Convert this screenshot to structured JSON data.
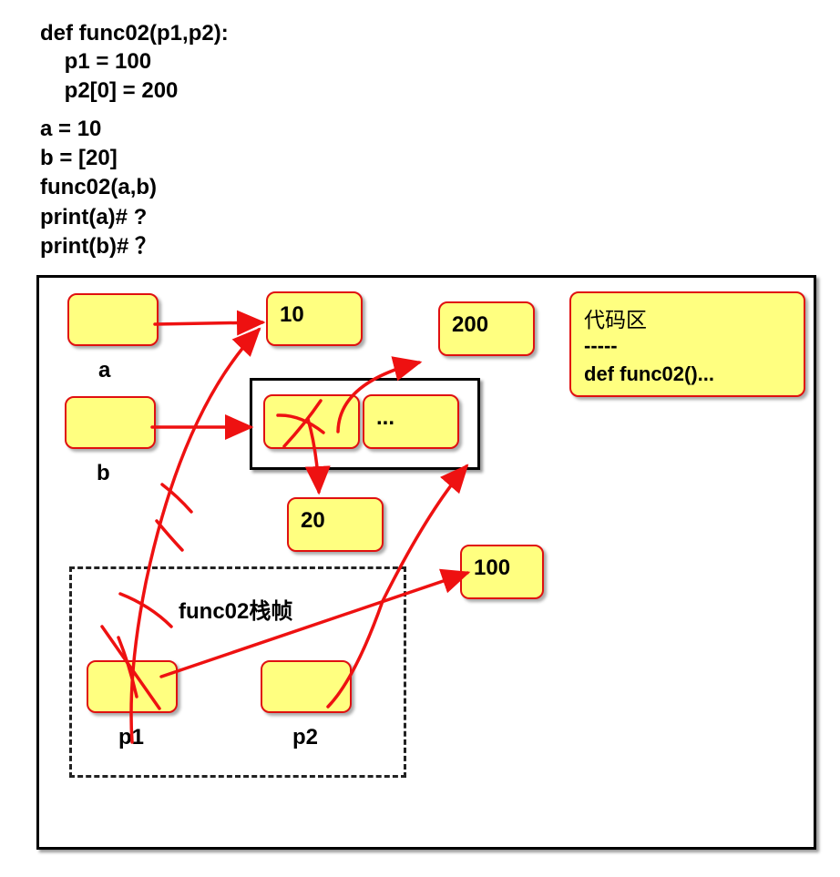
{
  "code": {
    "lines": [
      "def func02(p1,p2):",
      "    p1 = 100",
      "    p2[0] = 200",
      "a = 10",
      "b = [20]",
      "func02(a,b)",
      "print(a)# ?",
      "print(b)# ？"
    ]
  },
  "boxes": {
    "val_10": "10",
    "val_200": "200",
    "val_20": "20",
    "val_100": "100",
    "list_more": "...",
    "code_area_title": "代码区",
    "code_area_sep": "-----",
    "code_area_def": "def func02()..."
  },
  "labels": {
    "a": "a",
    "b": "b",
    "frame": "func02栈帧",
    "p1": "p1",
    "p2": "p2"
  },
  "colors": {
    "box_fill": "#ffff80",
    "box_border": "#e01010",
    "arrow": "#ee1111"
  }
}
